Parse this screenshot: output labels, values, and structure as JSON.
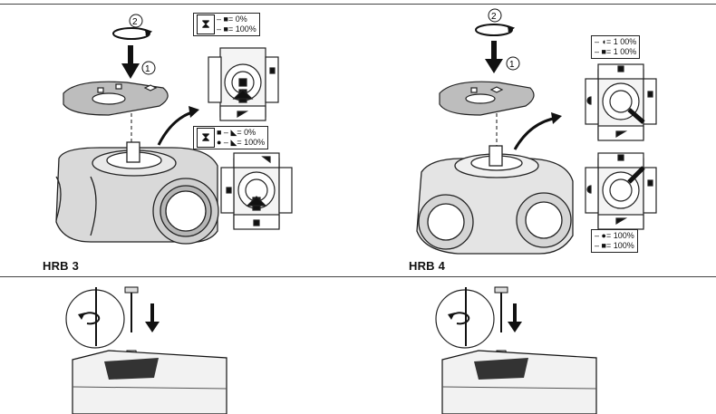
{
  "top": {
    "left_label": "HRB 3",
    "right_label": "HRB 4",
    "step_1": "①",
    "step_2": "②"
  },
  "legends": {
    "hrb3_a": [
      "– ■= 0%",
      "– ■= 100%"
    ],
    "hrb3_b": [
      "■ – ◣= 0%",
      "● – ◣= 100%"
    ],
    "hrb4_a": [
      "– ◖= 1 00%",
      "– ■= 1 00%"
    ],
    "hrb4_b": [
      "– ●= 100%",
      "– ■= 100%"
    ]
  }
}
